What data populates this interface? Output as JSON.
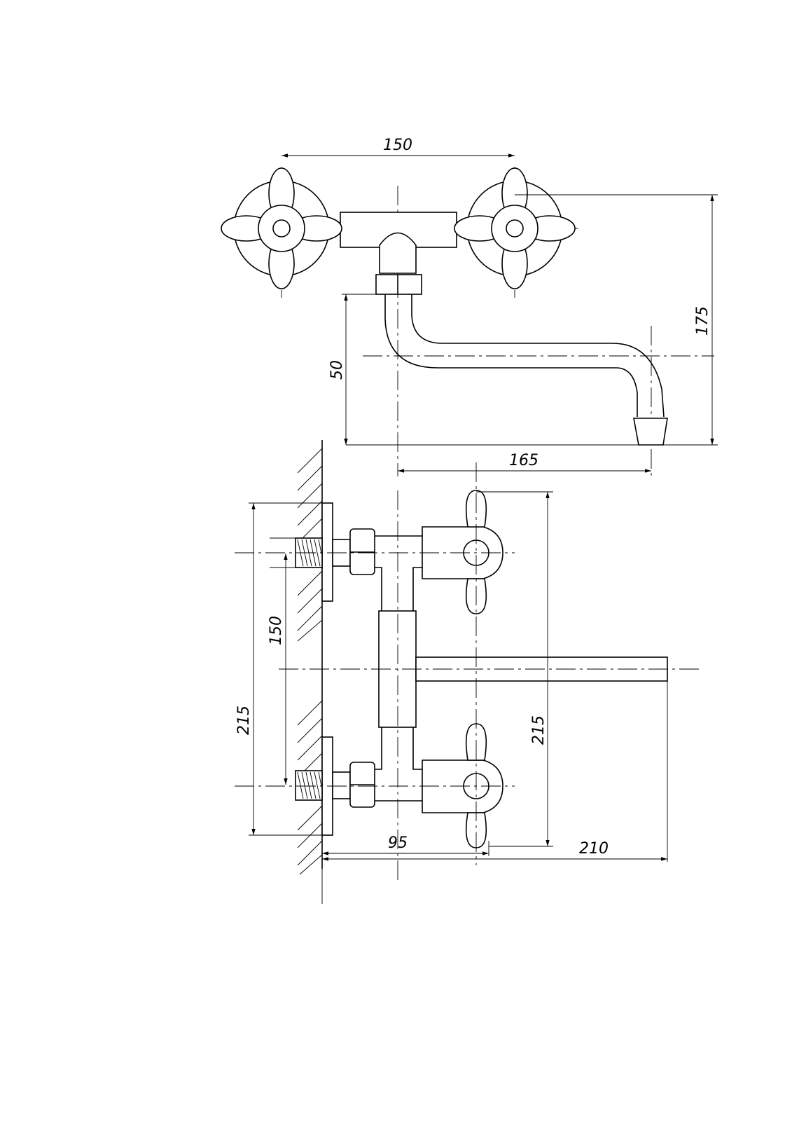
{
  "drawing": {
    "top_view": {
      "dimensions": {
        "handle_spacing": "150",
        "total_height": "175",
        "spout_drop": "50",
        "spout_reach": "165"
      }
    },
    "side_view": {
      "dimensions": {
        "inlet_spacing": "150",
        "flange_height_left": "215",
        "handle_height_right": "215",
        "handle_offset": "95",
        "spout_length": "210"
      }
    },
    "colors": {
      "line": "#000000",
      "background": "#ffffff"
    }
  }
}
